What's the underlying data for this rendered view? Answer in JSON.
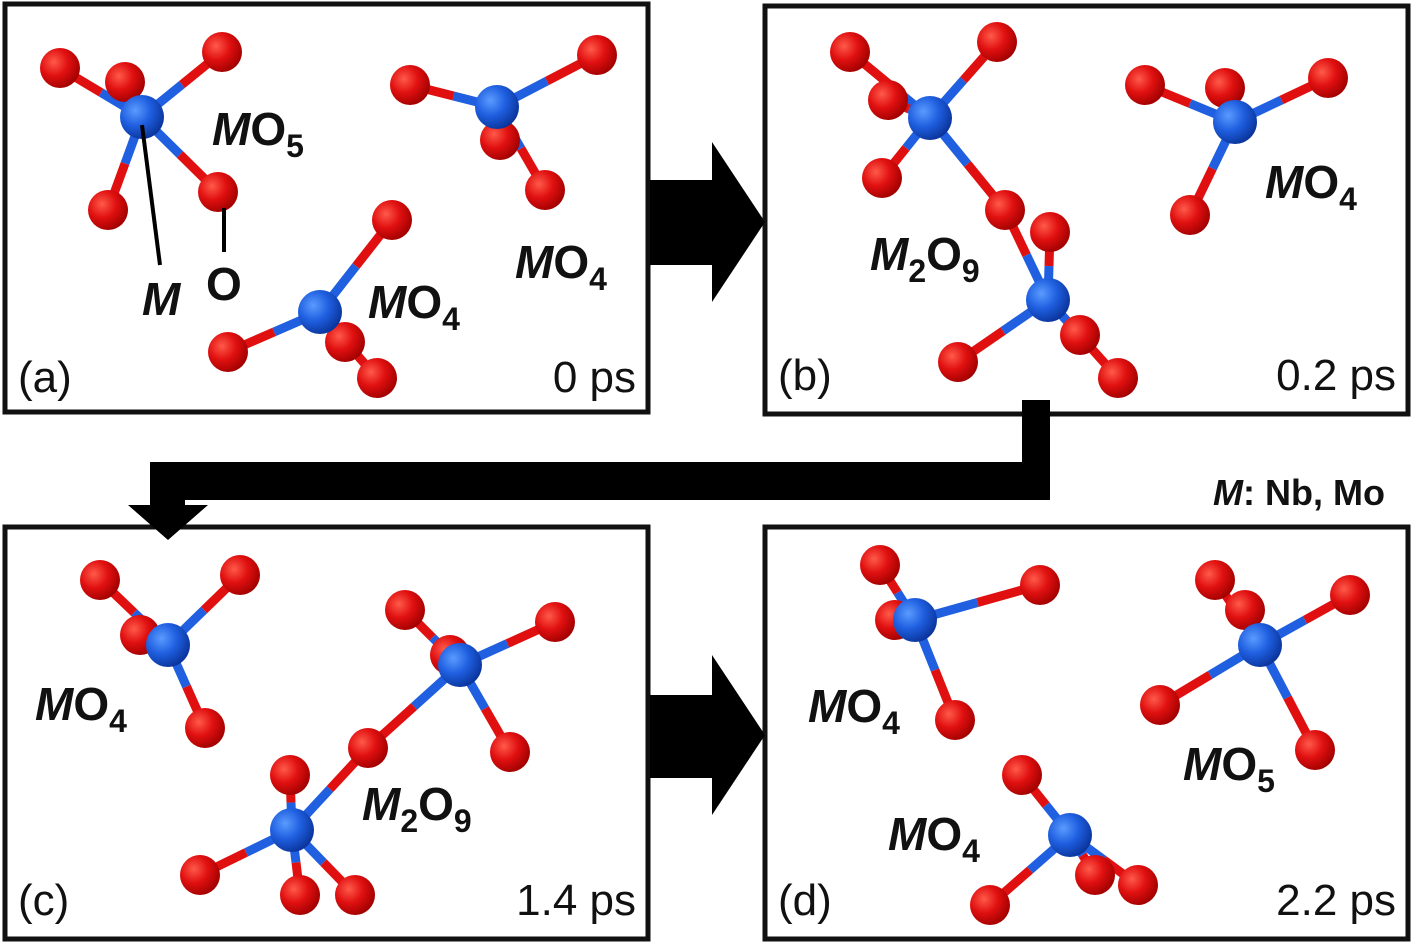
{
  "panels": {
    "a": {
      "tag": "(a)",
      "time": "0 ps"
    },
    "b": {
      "tag": "(b)",
      "time": "0.2 ps"
    },
    "c": {
      "tag": "(c)",
      "time": "1.4 ps"
    },
    "d": {
      "tag": "(d)",
      "time": "2.2 ps"
    }
  },
  "labels": {
    "M": "M",
    "O": "O",
    "five": "5",
    "four": "4",
    "two": "2",
    "nine": "9"
  },
  "atom_labels": {
    "metal": "M",
    "oxygen": "O"
  },
  "legend": {
    "symbol": "M",
    "text": ": Nb, Mo"
  },
  "colors": {
    "metal": "#1f5fe0",
    "oxygen": "#e01010",
    "frame": "#111111"
  }
}
